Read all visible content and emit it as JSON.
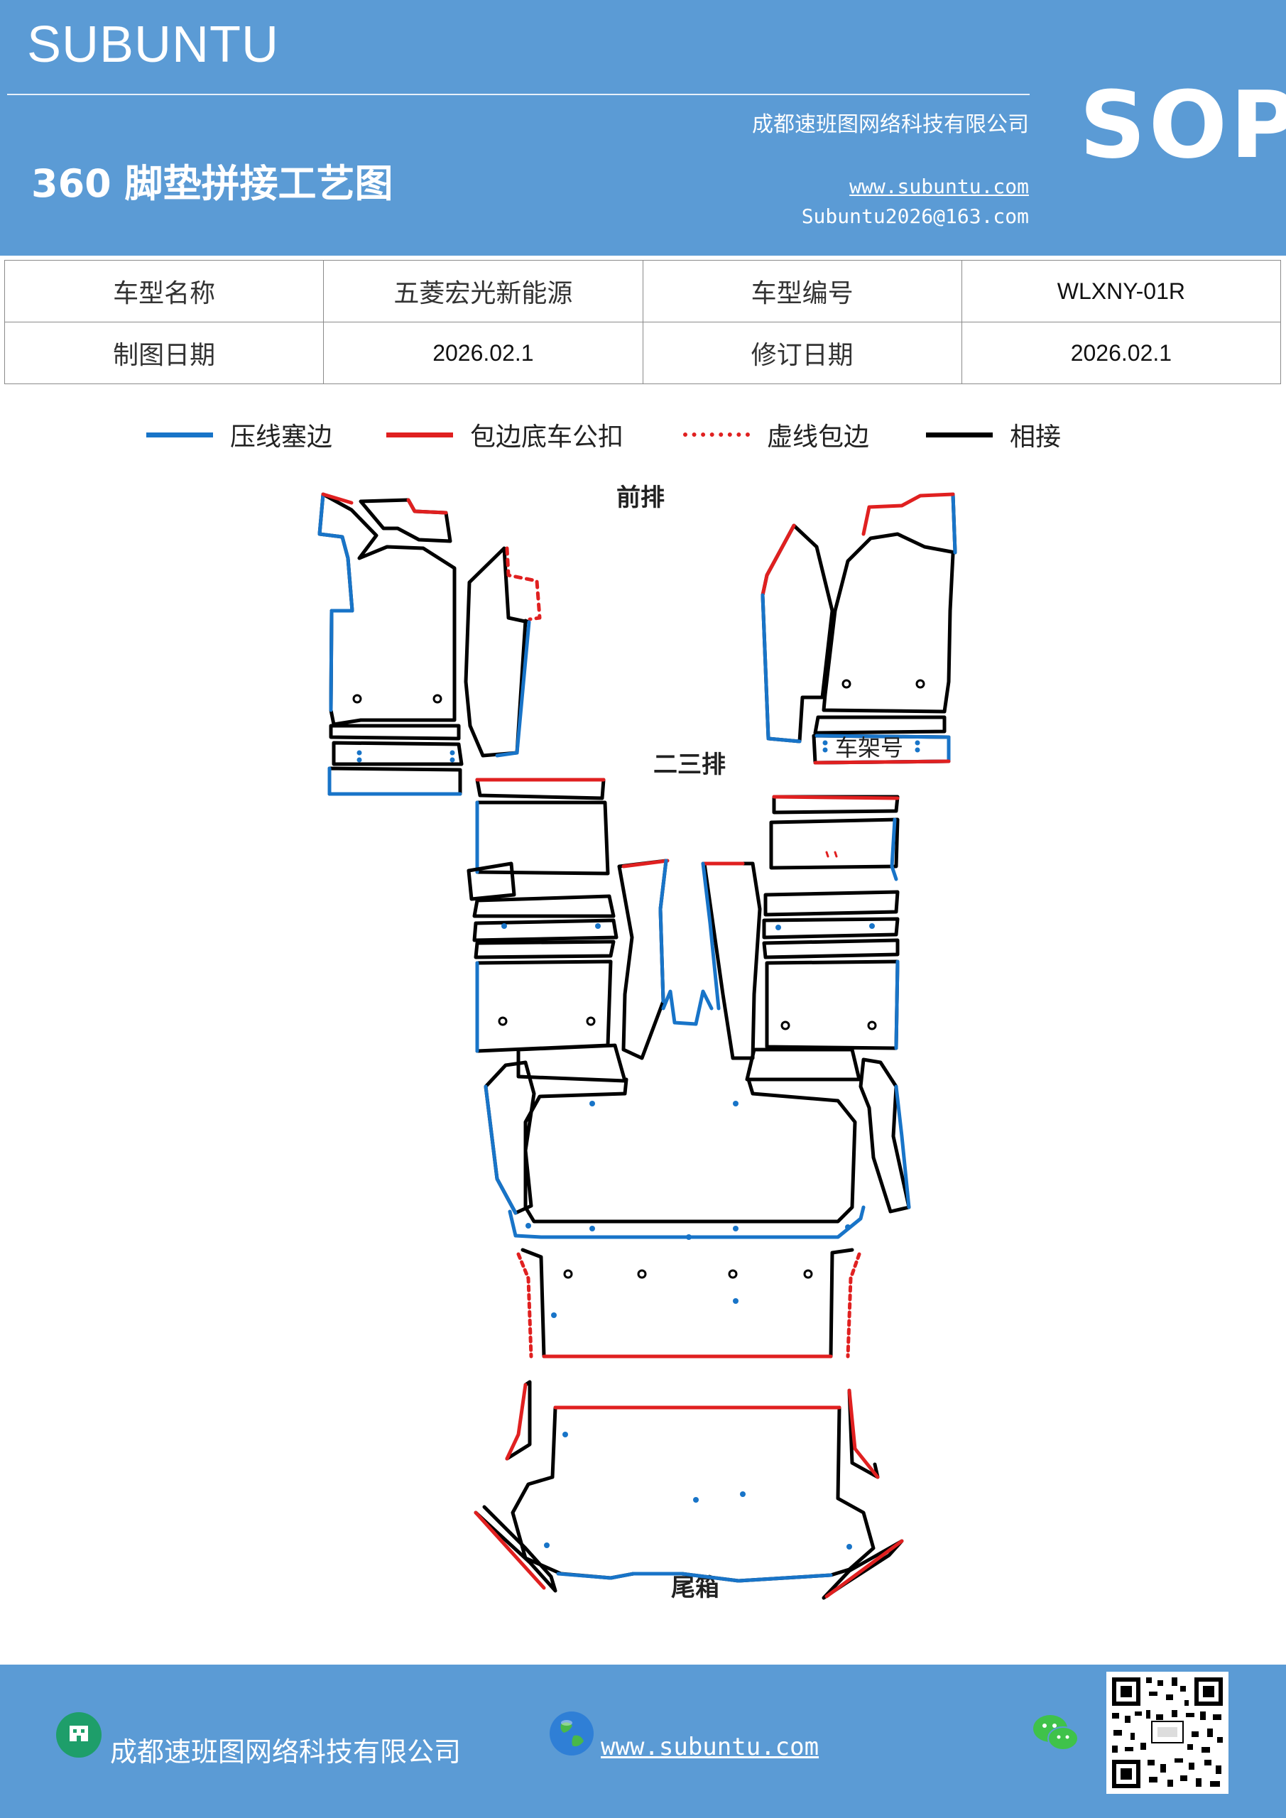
{
  "header": {
    "brand": "SUBUNTU",
    "company": "成都速班图网络科技有限公司",
    "title": "360 脚垫拼接工艺图",
    "website": "www.subuntu.com",
    "email": "Subuntu2026@163.com",
    "badge": "SOP",
    "background_color": "#5b9bd5"
  },
  "info_table": {
    "model_name_label": "车型名称",
    "model_name_value": "五菱宏光新能源",
    "model_code_label": "车型编号",
    "model_code_value": "WLXNY-01R",
    "draw_date_label": "制图日期",
    "draw_date_value": "2026.02.1",
    "revise_date_label": "修订日期",
    "revise_date_value": "2026.02.1"
  },
  "legend": [
    {
      "label": "压线塞边",
      "color": "#1874c8",
      "style": "solid"
    },
    {
      "label": "包边底车公扣",
      "color": "#e02020",
      "style": "solid"
    },
    {
      "label": "虚线包边",
      "color": "#e02020",
      "style": "dotted"
    },
    {
      "label": "相接",
      "color": "#000000",
      "style": "solid"
    }
  ],
  "diagram": {
    "front_row_label": "前排",
    "vin_label": "车架号",
    "second_third_row_label": "二三排",
    "trunk_label": "尾箱"
  },
  "footer": {
    "company": "成都速班图网络科技有限公司",
    "website": "www.subuntu.com",
    "icons": [
      "building-icon",
      "globe-icon",
      "wechat-icon",
      "qr-code"
    ]
  }
}
